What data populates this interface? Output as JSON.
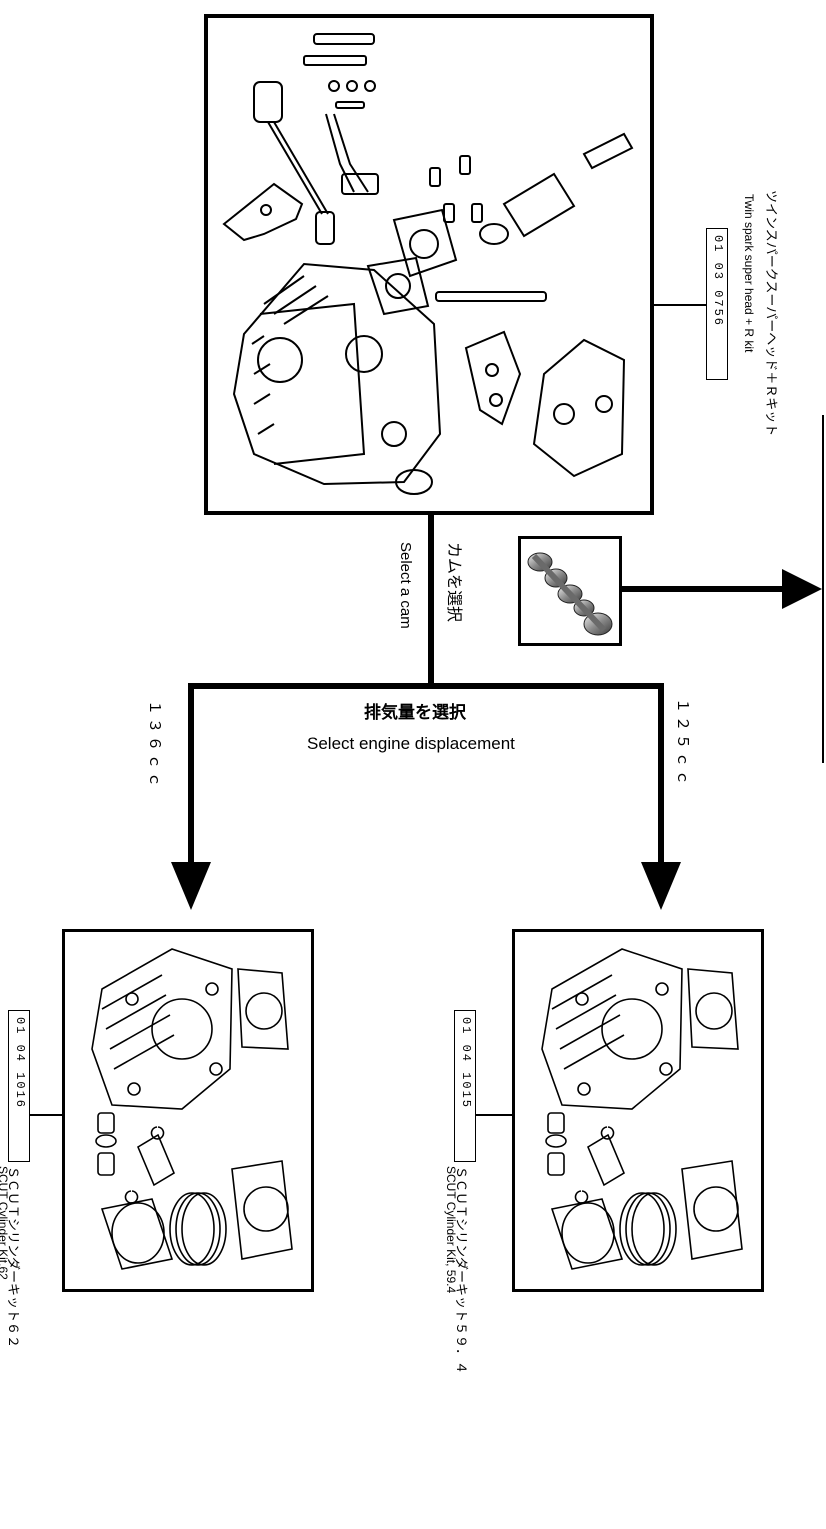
{
  "head_kit": {
    "name_jp": "ツインスパークスーパーヘッド＋Ｒキット",
    "name_en": "Twin spark super head + R kit",
    "part_number": "01 03 0756"
  },
  "cam": {
    "label_jp": "カムを選択",
    "label_en": "Select a cam"
  },
  "displacement": {
    "label_jp": "排気量を選択",
    "label_en": "Select engine displacement",
    "left_option": "１３６ｃｃ",
    "right_option": "１２５ｃｃ"
  },
  "kit_left": {
    "name_jp": "ＳＣＵＴシリンダーキット６２",
    "name_en": "SCUT Cylinder Kit,62",
    "part_number": "01 04 1016"
  },
  "kit_right": {
    "name_jp": "ＳＣＵＴシリンダーキット５９．４",
    "name_en": "SCUT Cylinder Kit, 59.4",
    "part_number": "01 04 1015"
  },
  "colors": {
    "line": "#000000",
    "background": "#ffffff"
  }
}
